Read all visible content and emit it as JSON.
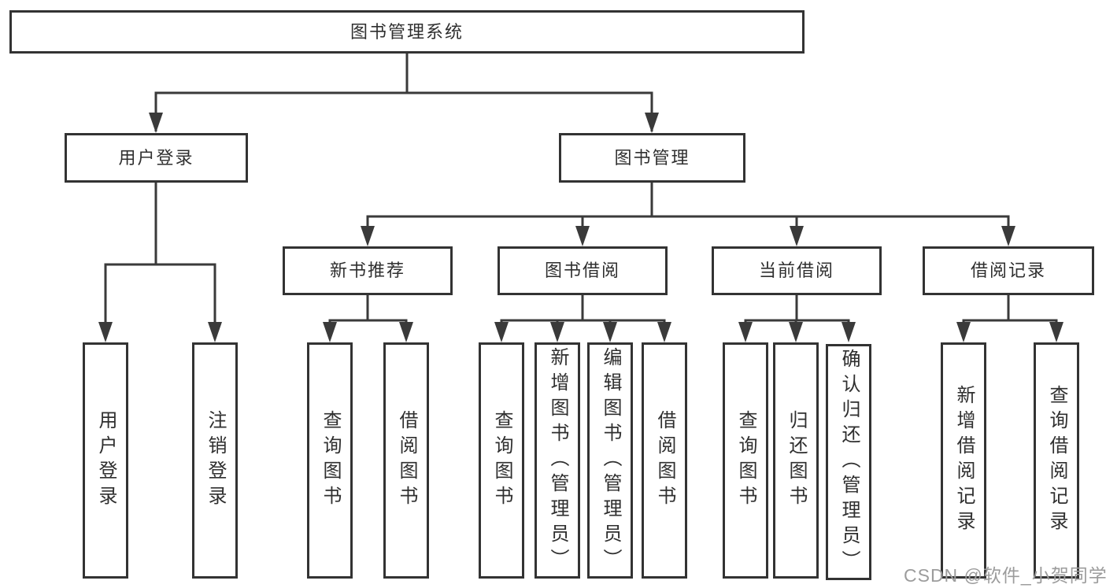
{
  "tree": {
    "label": "图书管理系统",
    "children": [
      {
        "label": "用户登录",
        "children": [
          {
            "label": "用户登录"
          },
          {
            "label": "注销登录"
          }
        ]
      },
      {
        "label": "图书管理",
        "children": [
          {
            "label": "新书推荐",
            "children": [
              {
                "label": "查询图书"
              },
              {
                "label": "借阅图书"
              }
            ]
          },
          {
            "label": "图书借阅",
            "children": [
              {
                "label": "查询图书"
              },
              {
                "label": "新增图书（管理员）"
              },
              {
                "label": "编辑图书（管理员）"
              },
              {
                "label": "借阅图书"
              }
            ]
          },
          {
            "label": "当前借阅",
            "children": [
              {
                "label": "查询图书"
              },
              {
                "label": "归还图书"
              },
              {
                "label": "确认归还（管理员）"
              }
            ]
          },
          {
            "label": "借阅记录",
            "children": [
              {
                "label": "新增借阅记录"
              },
              {
                "label": "查询借阅记录"
              }
            ]
          }
        ]
      }
    ]
  },
  "watermark": "CSDN @软件_小贺同学",
  "colors": {
    "line": "#3a3a3a",
    "box_border": "#333333",
    "text": "#2f2f2f",
    "watermark": "#9c9c9c",
    "background": "#ffffff"
  }
}
